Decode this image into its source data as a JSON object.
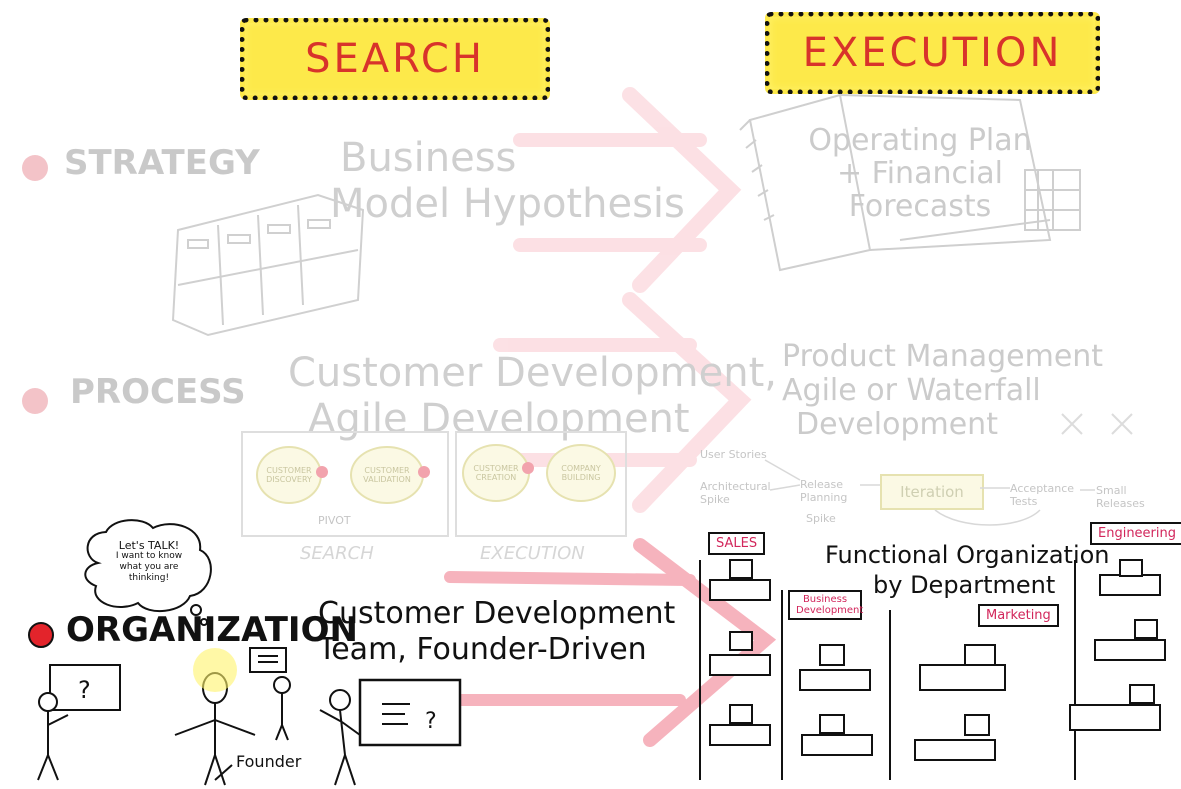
{
  "headers": {
    "search": "SEARCH",
    "execution": "EXECUTION"
  },
  "rows": {
    "strategy": {
      "label": "STRATEGY",
      "search_text": [
        "Business",
        "Model Hypothesis"
      ],
      "execution_text": [
        "Operating Plan",
        "+ Financial",
        "Forecasts"
      ]
    },
    "process": {
      "label": "PROCESS",
      "search_text": [
        "Customer Development,",
        "Agile Development"
      ],
      "execution_text": [
        "Product Management",
        "Agile or Waterfall",
        "Development"
      ],
      "cycle_steps": [
        "CUSTOMER DISCOVERY",
        "CUSTOMER VALIDATION",
        "CUSTOMER CREATION",
        "COMPANY BUILDING"
      ],
      "pivot_label": "PIVOT",
      "cycle_captions": [
        "SEARCH",
        "EXECUTION"
      ],
      "flow_labels": [
        "User Stories",
        "Architectural Spike",
        "Release Planning",
        "Spike",
        "Iteration",
        "Acceptance Tests",
        "Small Releases"
      ]
    },
    "organization": {
      "label": "ORGANIZATION",
      "search_text": [
        "Customer Development",
        "Team, Founder-Driven"
      ],
      "thought_bubble": [
        "Let's TALK!",
        "I want to know",
        "what you are",
        "thinking!"
      ],
      "founder_label": "Founder",
      "execution_text": [
        "Functional Organization",
        "by Department"
      ],
      "departments": [
        "SALES",
        "Business Development",
        "Marketing",
        "Engineering"
      ]
    }
  },
  "colors": {
    "accent_red": "#e3242b",
    "header_yellow": "#fde94a",
    "dept_pink": "#d2265b",
    "faded_gray": "#c9c9c9"
  }
}
